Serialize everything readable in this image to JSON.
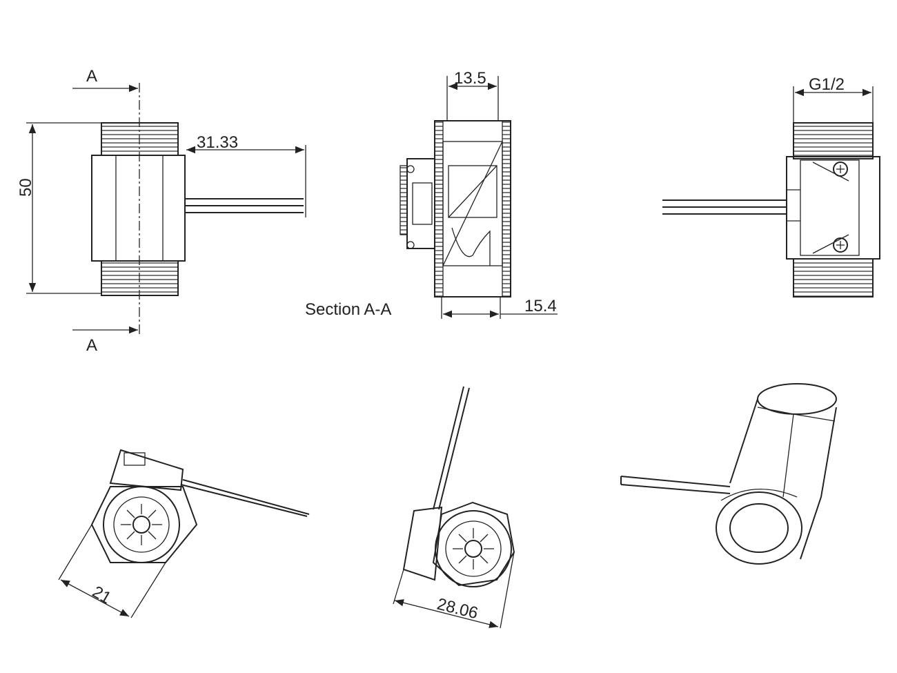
{
  "front_view": {
    "section_mark_top": "A",
    "section_mark_bottom": "A",
    "height_dim": "50",
    "wire_length_dim": "31.33"
  },
  "section_view": {
    "title": "Section  A-A",
    "top_width_dim": "13.5",
    "bottom_width_dim": "15.4"
  },
  "side_view": {
    "thread_dim": "G1/2"
  },
  "iso_views": {
    "hex_flat_dim": "21",
    "hex_corner_dim": "28.06"
  },
  "colors": {
    "line": "#222222",
    "background": "#ffffff"
  }
}
